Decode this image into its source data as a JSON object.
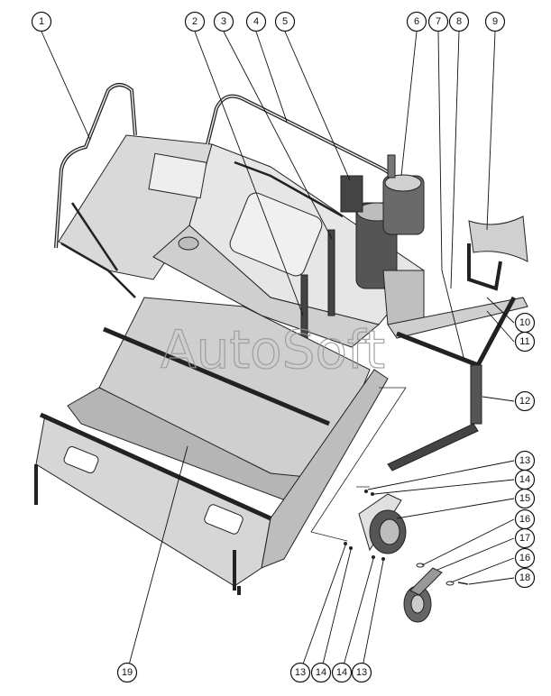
{
  "watermark": "AutoSoft",
  "callouts": [
    {
      "id": "c1",
      "label": "1"
    },
    {
      "id": "c2",
      "label": "2"
    },
    {
      "id": "c3",
      "label": "3"
    },
    {
      "id": "c4",
      "label": "4"
    },
    {
      "id": "c5",
      "label": "5"
    },
    {
      "id": "c6",
      "label": "6"
    },
    {
      "id": "c7",
      "label": "7"
    },
    {
      "id": "c8",
      "label": "8"
    },
    {
      "id": "c9",
      "label": "9"
    },
    {
      "id": "c10",
      "label": "10"
    },
    {
      "id": "c11",
      "label": "11"
    },
    {
      "id": "c12",
      "label": "12"
    },
    {
      "id": "c13a",
      "label": "13"
    },
    {
      "id": "c14a",
      "label": "14"
    },
    {
      "id": "c15",
      "label": "15"
    },
    {
      "id": "c16a",
      "label": "16"
    },
    {
      "id": "c17",
      "label": "17"
    },
    {
      "id": "c16b",
      "label": "16"
    },
    {
      "id": "c18",
      "label": "18"
    },
    {
      "id": "c13b",
      "label": "13"
    },
    {
      "id": "c14b",
      "label": "14"
    },
    {
      "id": "c14c",
      "label": "14"
    },
    {
      "id": "c13c",
      "label": "13"
    },
    {
      "id": "c19",
      "label": "19"
    }
  ]
}
